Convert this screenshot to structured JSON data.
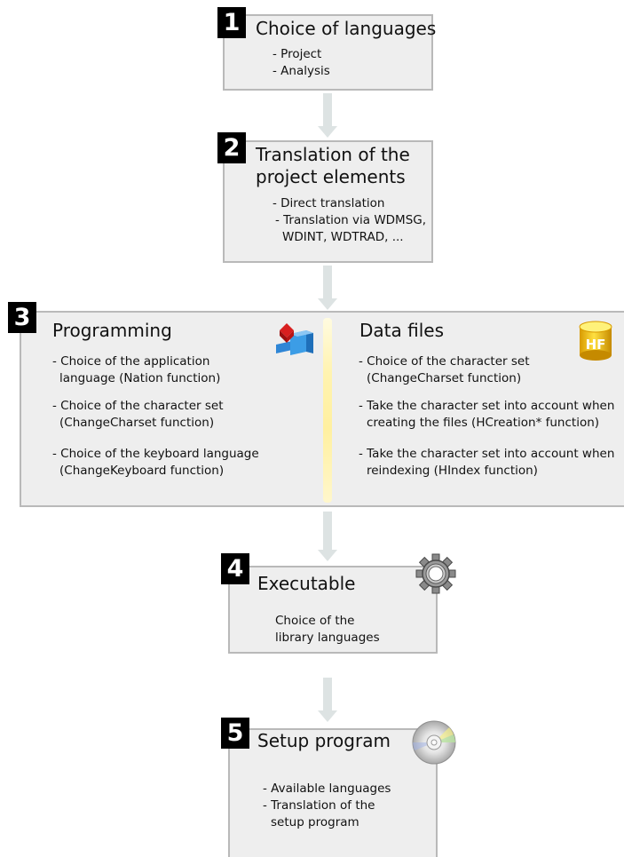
{
  "step1": {
    "number": "1",
    "title": "Choice of languages",
    "items": [
      "- Project",
      "- Analysis"
    ]
  },
  "step2": {
    "number": "2",
    "title_line1": "Translation of the",
    "title_line2": "project elements",
    "items": [
      "- Direct translation",
      "- Translation via WDMSG,",
      "WDINT, WDTRAD, ..."
    ]
  },
  "step3": {
    "number": "3",
    "programming": {
      "title": "Programming",
      "icon": "programming-blocks-icon",
      "items": [
        "- Choice of the application",
        "language (Nation function)",
        "- Choice of the character set",
        "(ChangeCharset function)",
        "- Choice of the keyboard language",
        "(ChangeKeyboard function)"
      ]
    },
    "data_files": {
      "title": "Data files",
      "icon": "hf-database-icon",
      "icon_text": "HF",
      "items": [
        "- Choice of the character set",
        "(ChangeCharset function)",
        "- Take the character set into account when",
        "creating the files (HCreation* function)",
        "- Take the character set into account when",
        "reindexing (HIndex function)"
      ]
    }
  },
  "step4": {
    "number": "4",
    "title": "Executable",
    "icon": "gear-icon",
    "items": [
      "Choice of the",
      "library languages"
    ]
  },
  "step5": {
    "number": "5",
    "title": "Setup program",
    "icon": "cd-disc-icon",
    "items": [
      "- Available languages",
      "- Translation of the",
      "setup program"
    ]
  },
  "colors": {
    "box_fill": "#eeeeee",
    "box_border": "#b9b9b9",
    "arrow": "#dde3e3",
    "badge": "#000000",
    "divider": "#fff0a0"
  }
}
